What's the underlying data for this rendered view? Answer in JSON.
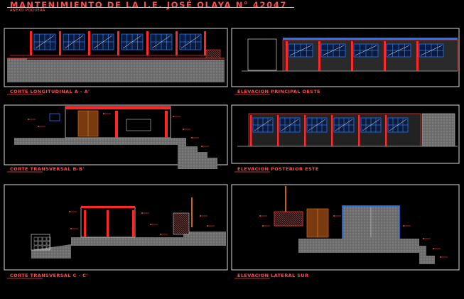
{
  "header": {
    "title": "MANTENIMIENTO DE LA I.E. JOSÉ OLAYA N° 42047",
    "subtitle": "ANEXO POQUERA"
  },
  "colors": {
    "background": "#000000",
    "title": "#ff5050",
    "frame": "#d8d8d8",
    "wall": "#ff2828",
    "glass": "#1e78ff",
    "ground": "#8c8c8c",
    "door": "#c86414"
  },
  "panels": [
    {
      "id": "p1",
      "label": "CORTE LONGITUDINAL A - A'"
    },
    {
      "id": "p2",
      "label": "ELEVACION PRINCIPAL OESTE"
    },
    {
      "id": "p3",
      "label": "CORTE TRANSVERSAL B-B'"
    },
    {
      "id": "p4",
      "label": "ELEVACION POSTERIOR ESTE"
    },
    {
      "id": "p5",
      "label": "CORTE TRANSVERSAL C - C'"
    },
    {
      "id": "p6",
      "label": "ELEVACION LATERAL SUR"
    }
  ]
}
